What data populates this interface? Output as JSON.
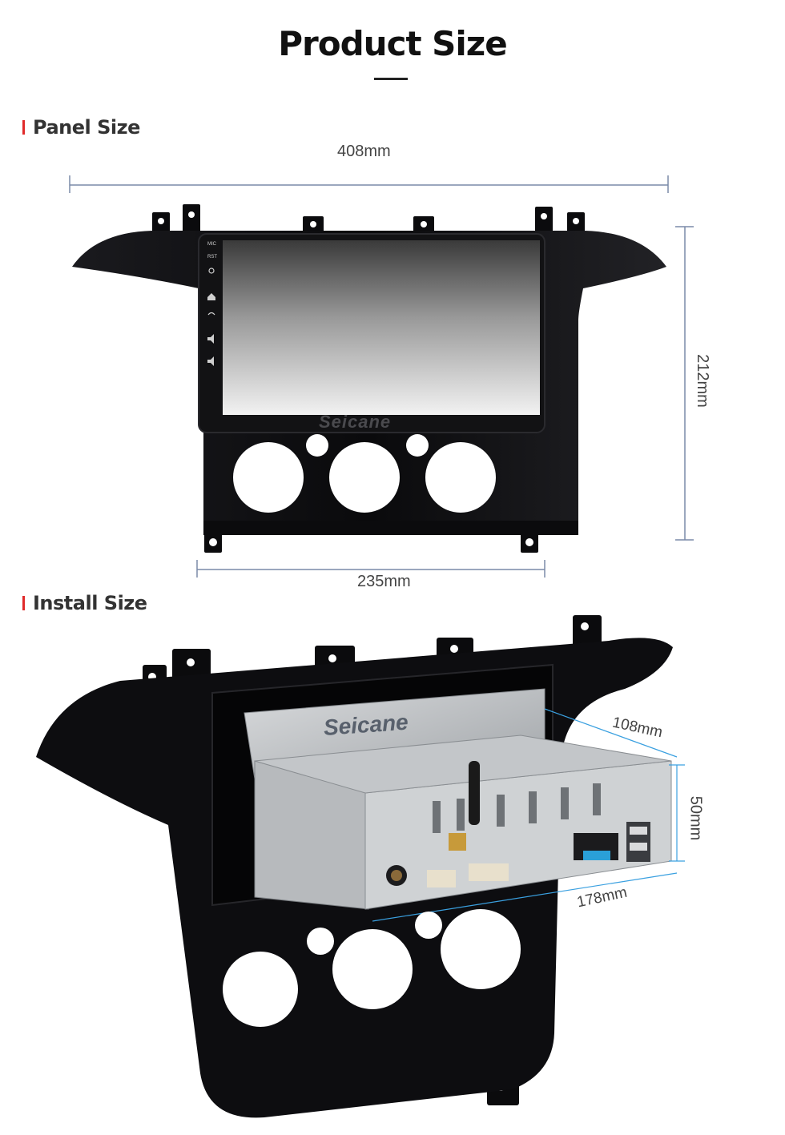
{
  "page": {
    "title": "Product Size"
  },
  "sections": {
    "panel": {
      "title": "Panel Size",
      "dims": {
        "width": "408mm",
        "height": "212mm",
        "bottom": "235mm"
      },
      "screen_brand": "Seicane",
      "side_buttons": [
        "MIC",
        "RST"
      ]
    },
    "install": {
      "title": "Install Size",
      "dims": {
        "depth": "108mm",
        "height": "50mm",
        "width": "178mm"
      },
      "chassis_brand": "Seicane"
    }
  },
  "colors": {
    "accent": "#e02a2a",
    "dimension_line": "#7a8aa8",
    "install_dimension_line": "#3aa0e0",
    "panel": "#0b0b0d"
  }
}
